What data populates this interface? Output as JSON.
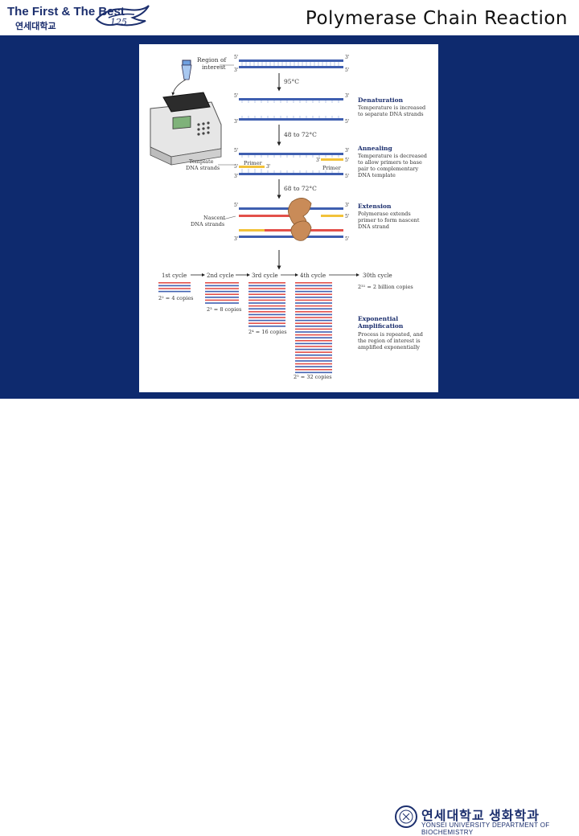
{
  "header": {
    "logo_main": "The First & The Best",
    "logo_sub": "연세대학교",
    "title": "Polymerase Chain Reaction"
  },
  "figure": {
    "region_label": "Region of interest",
    "temp_denature": "95°C",
    "denaturation_title": "Denaturation",
    "denaturation_desc": [
      "Temperature is increased",
      "to separate DNA strands"
    ],
    "temp_anneal": "48 to 72°C",
    "template_label": [
      "Template",
      "DNA strands"
    ],
    "primer_left": "Primer",
    "primer_right": "Primer",
    "annealing_title": "Annealing",
    "annealing_desc": [
      "Temperature is decreased",
      "to allow primers to base",
      "pair to complementary",
      "DNA template"
    ],
    "temp_extend": "68 to 72°C",
    "nascent_label": [
      "Nascent",
      "DNA strands"
    ],
    "extension_title": "Extension",
    "extension_desc": [
      "Polymerase extends",
      "primer to form nascent",
      "DNA strand"
    ],
    "prime5": "5'",
    "prime3": "3'",
    "cycles": [
      "1st cycle",
      "2nd cycle",
      "3rd cycle",
      "4th cycle",
      "30th cycle"
    ],
    "copies_1": "2² = 4 copies",
    "copies_2": "2³ = 8 copies",
    "copies_3": "2⁴ = 16 copies",
    "copies_4": "2⁵ = 32 copies",
    "copies_30": "2³¹ = 2 billion copies",
    "exp_title": [
      "Exponential",
      "Amplification"
    ],
    "exp_desc": [
      "Process is repeated, and",
      "the region of interest is",
      "amplified exponentially"
    ]
  },
  "footer": {
    "korean": "연세대학교 생화학과",
    "english": "YONSEI UNIVERSITY DEPARTMENT OF BIOCHEMISTRY"
  },
  "colors": {
    "navy": "#0e2a6e",
    "dna_blue": "#3f5fb0",
    "primer_yellow": "#f2c23a",
    "nascent_red": "#e3504a",
    "polymerase": "#c98b58"
  }
}
